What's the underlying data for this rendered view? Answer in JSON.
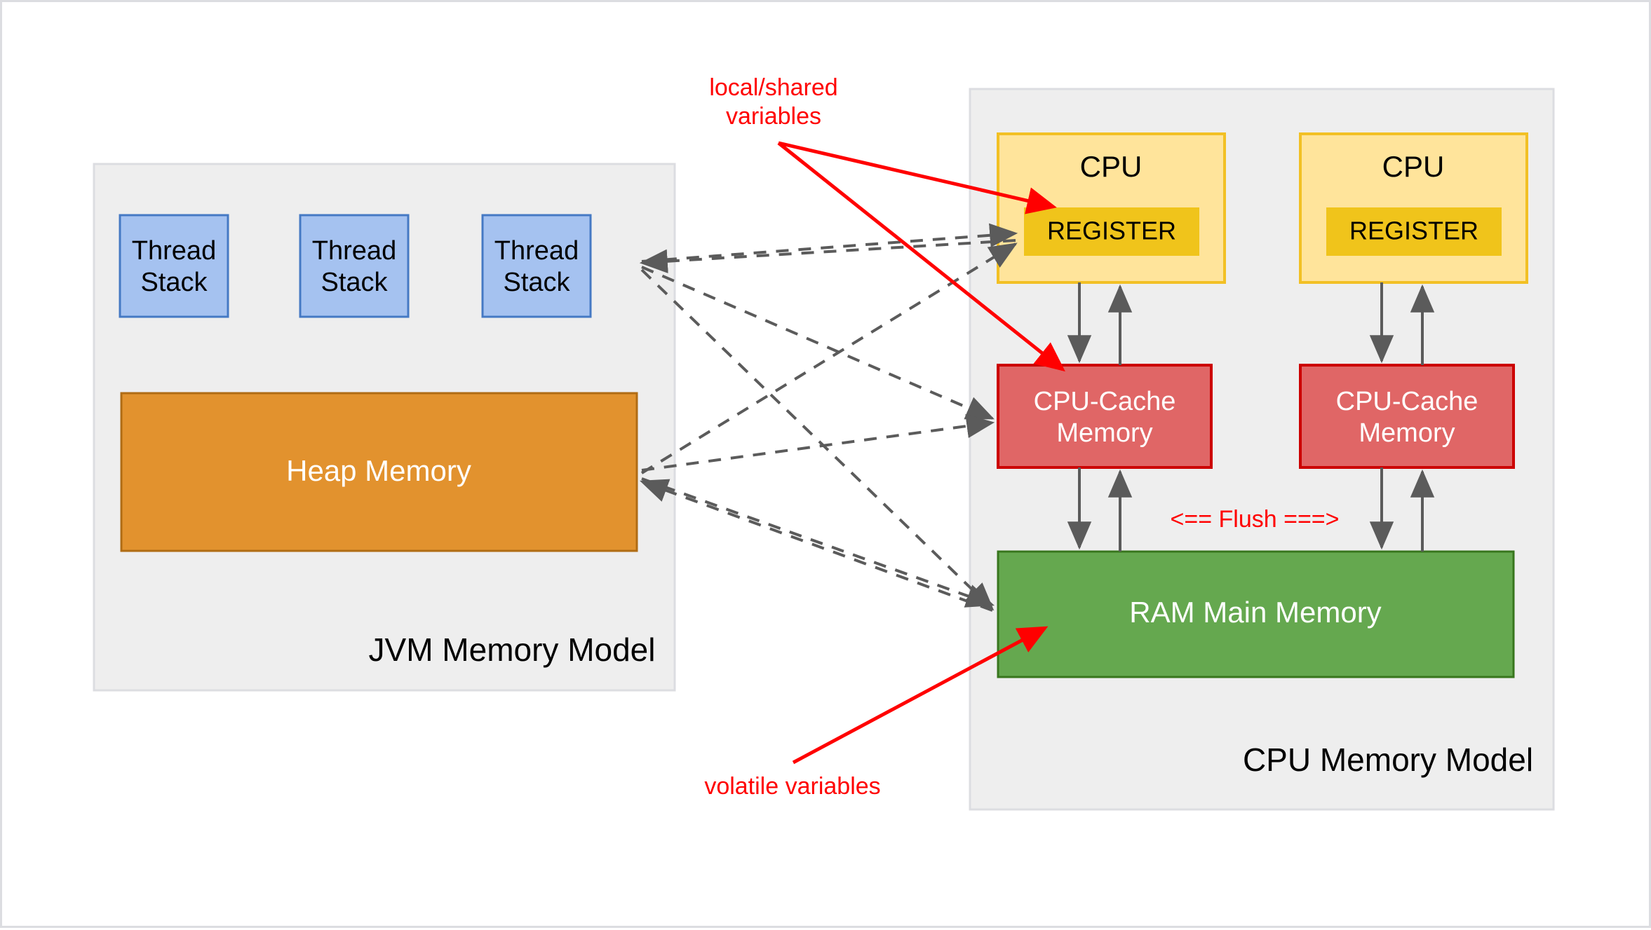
{
  "diagram": {
    "title_visible": false,
    "background": "#ffffff",
    "panels": [
      {
        "id": "jvm",
        "label": "JVM Memory Model",
        "fill": "#eeeeee",
        "stroke": "#dcdde1"
      },
      {
        "id": "cpu",
        "label": "CPU Memory Model",
        "fill": "#eeeeee",
        "stroke": "#dcdde1"
      }
    ],
    "jvm": {
      "label": "JVM Memory Model",
      "thread_stacks": [
        {
          "line1": "Thread",
          "line2": "Stack"
        },
        {
          "line1": "Thread",
          "line2": "Stack"
        },
        {
          "line1": "Thread",
          "line2": "Stack"
        }
      ],
      "heap": {
        "label": "Heap Memory",
        "fill": "#e2922e",
        "stroke": "#b06c14"
      },
      "thread_fill": "#a5c2f0",
      "thread_stroke": "#4579c4"
    },
    "cpu_model": {
      "label": "CPU Memory Model",
      "cores": [
        {
          "label": "CPU",
          "register_label": "REGISTER",
          "cache_line1": "CPU-Cache",
          "cache_line2": "Memory"
        },
        {
          "label": "CPU",
          "register_label": "REGISTER",
          "cache_line1": "CPU-Cache",
          "cache_line2": "Memory"
        }
      ],
      "ram": {
        "label": "RAM Main Memory",
        "fill": "#65a84f",
        "stroke": "#38761d"
      },
      "cpu_fill": "#ffe49b",
      "cpu_stroke": "#f2c024",
      "register_fill": "#f0c41b",
      "cache_fill": "#e06666",
      "cache_stroke": "#cc0000",
      "flush_label": "<== Flush ===>"
    },
    "annotations": [
      {
        "id": "local-shared",
        "line1": "local/shared",
        "line2": "variables",
        "color": "#ff0000"
      },
      {
        "id": "volatile",
        "line1": "volatile variables",
        "line2": "",
        "color": "#ff0000"
      }
    ],
    "colors": {
      "panel_bg": "#eeeeee",
      "panel_border": "#dcdde1",
      "thread": "#a5c2f0",
      "heap": "#e2922e",
      "cpu": "#ffe49b",
      "register": "#f0c41b",
      "cache": "#e06666",
      "ram": "#65a84f",
      "annotation": "#ff0000",
      "connector": "#5b5b5b"
    }
  }
}
